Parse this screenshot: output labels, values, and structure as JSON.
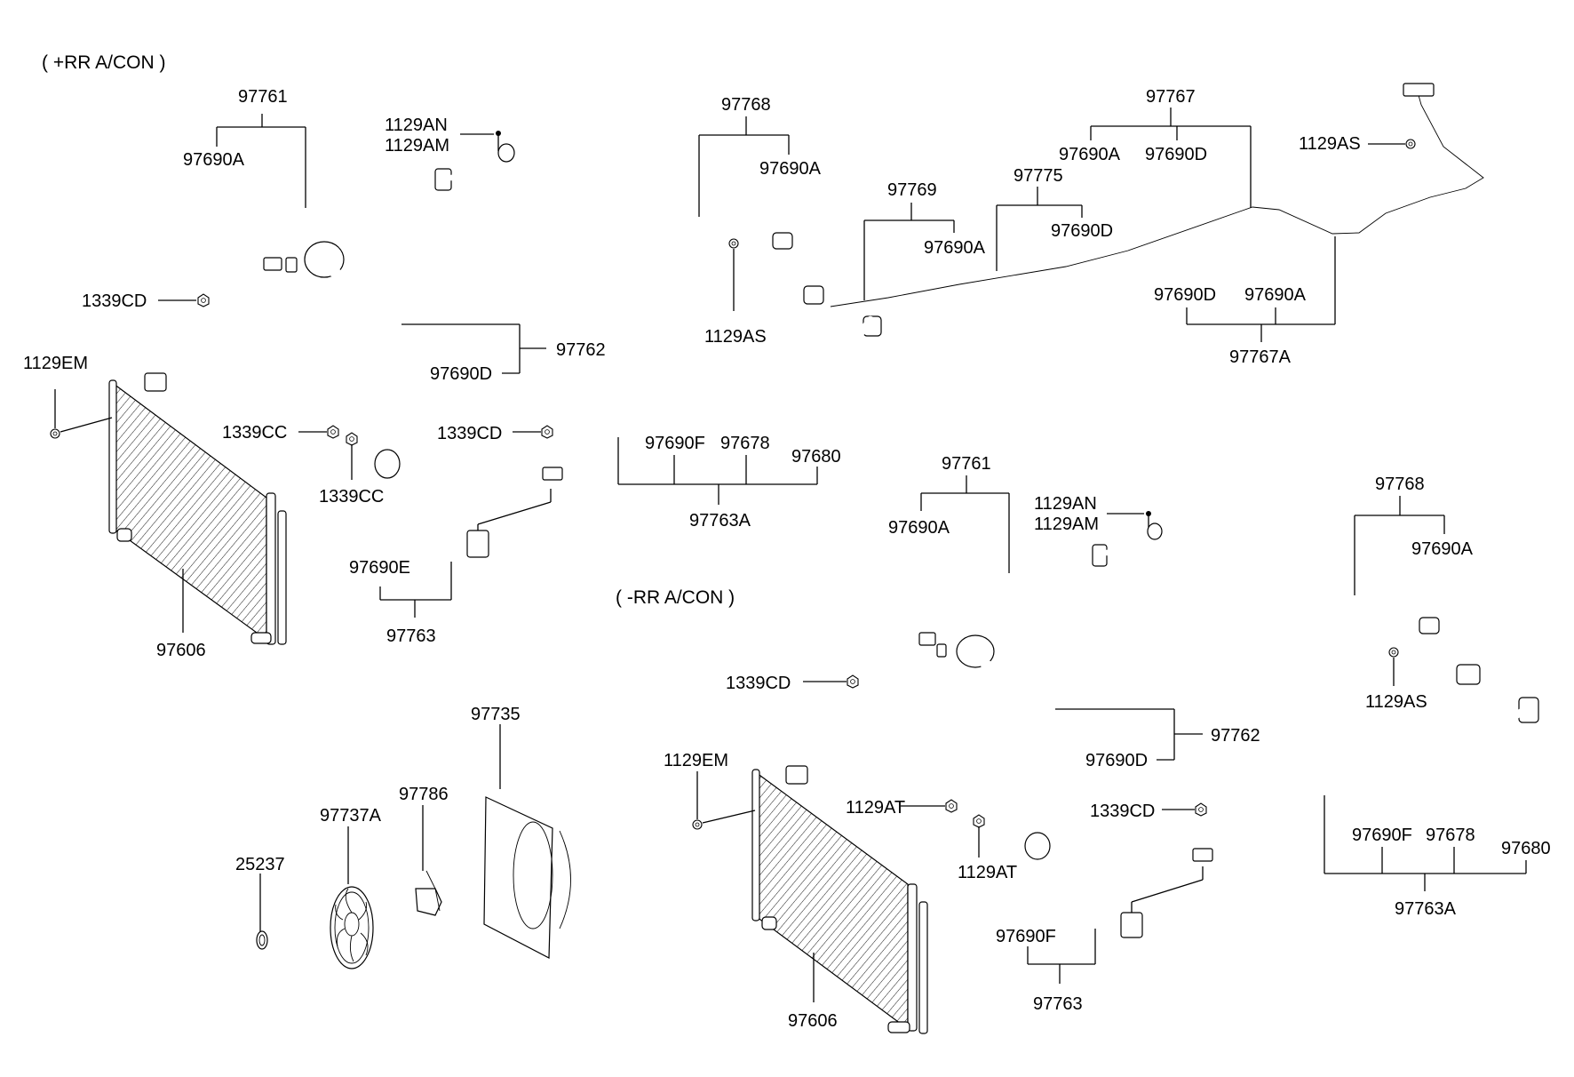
{
  "diagram": {
    "title": "A/C condenser and refrigerant piping parts diagram",
    "variants": [
      {
        "heading": "( +RR A/CON )",
        "labels": {
          "p97761": "97761",
          "p97690A_a": "97690A",
          "p1129AN": "1129AN",
          "p1129AM": "1129AM",
          "p97768": "97768",
          "p97690A_b": "97690A",
          "p97767": "97767",
          "p97690A_c": "97690A",
          "p97690D_a": "97690D",
          "p1129AS_a": "1129AS",
          "p97769": "97769",
          "p97690A_d": "97690A",
          "p97775": "97775",
          "p97690D_b": "97690D",
          "p1339CD_a": "1339CD",
          "p1129AS_b": "1129AS",
          "p97690D_c": "97690D",
          "p97690A_e": "97690A",
          "p97767A": "97767A",
          "p1129EM": "1129EM",
          "p97690D_d": "97690D",
          "p97762": "97762",
          "p1339CC_a": "1339CC",
          "p1339CC_b": "1339CC",
          "p1339CD_b": "1339CD",
          "p97690F": "97690F",
          "p97678": "97678",
          "p97680": "97680",
          "p97763A": "97763A",
          "p97690E": "97690E",
          "p97763": "97763",
          "p97606": "97606"
        }
      },
      {
        "heading": "( -RR A/CON )",
        "labels": {
          "p97761": "97761",
          "p97690A_a": "97690A",
          "p1129AN": "1129AN",
          "p1129AM": "1129AM",
          "p97768": "97768",
          "p97690A_b": "97690A",
          "p1339CD_a": "1339CD",
          "p1129AS": "1129AS",
          "p97762": "97762",
          "p97690D": "97690D",
          "p1129EM": "1129EM",
          "p1129AT_a": "1129AT",
          "p1129AT_b": "1129AT",
          "p1339CD_b": "1339CD",
          "p97690F_a": "97690F",
          "p97678": "97678",
          "p97680": "97680",
          "p97763A": "97763A",
          "p97690F_b": "97690F",
          "p97763": "97763",
          "p97606": "97606"
        }
      }
    ],
    "fan_assembly": {
      "p97735": "97735",
      "p97737A": "97737A",
      "p97786": "97786",
      "p25237": "25237"
    }
  }
}
